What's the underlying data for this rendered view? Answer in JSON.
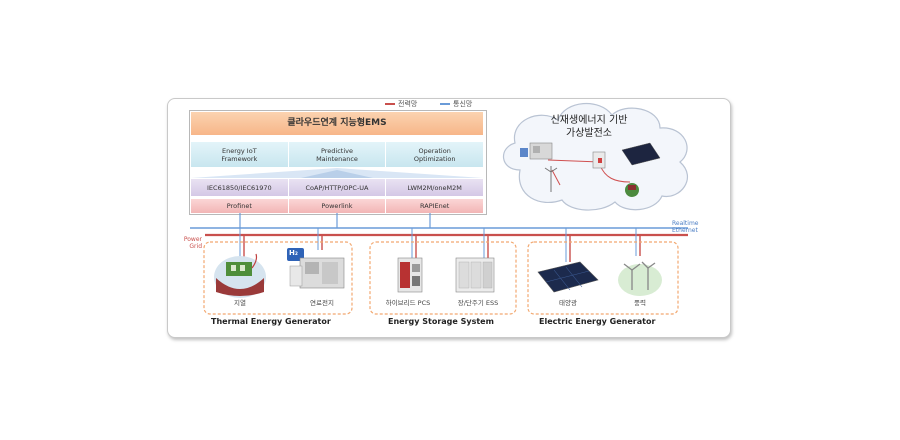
{
  "legend": {
    "power": "전력망",
    "comm": "통신망",
    "power_color": "#c9504d",
    "comm_color": "#6a9bd8"
  },
  "ems": {
    "title": "클라우드연계 지능형EMS",
    "layer1": [
      "Energy IoT\nFramework",
      "Predictive\nMaintenance",
      "Operation\nOptimization"
    ],
    "layer2": [
      "IEC61850/IEC61970",
      "CoAP/HTTP/OPC-UA",
      "LWM2M/oneM2M"
    ],
    "layer3": [
      "Profinet",
      "Powerlink",
      "RAPIEnet"
    ]
  },
  "cloud": {
    "line1": "신재생에너지 기반",
    "line2": "가상발전소"
  },
  "bus": {
    "realtime": "Realtime",
    "ethernet": "Ethernet",
    "power": "Power",
    "grid": "Grid"
  },
  "groups": {
    "thermal": {
      "name": "Thermal Energy Generator",
      "items": [
        "지열",
        "연료전지"
      ]
    },
    "storage": {
      "name": "Energy Storage System",
      "items": [
        "하이브리드 PCS",
        "장/단주기 ESS"
      ]
    },
    "electric": {
      "name": "Electric Energy Generator",
      "items": [
        "태양광",
        "풍력"
      ]
    }
  },
  "icons": {
    "h2": "H₂"
  }
}
